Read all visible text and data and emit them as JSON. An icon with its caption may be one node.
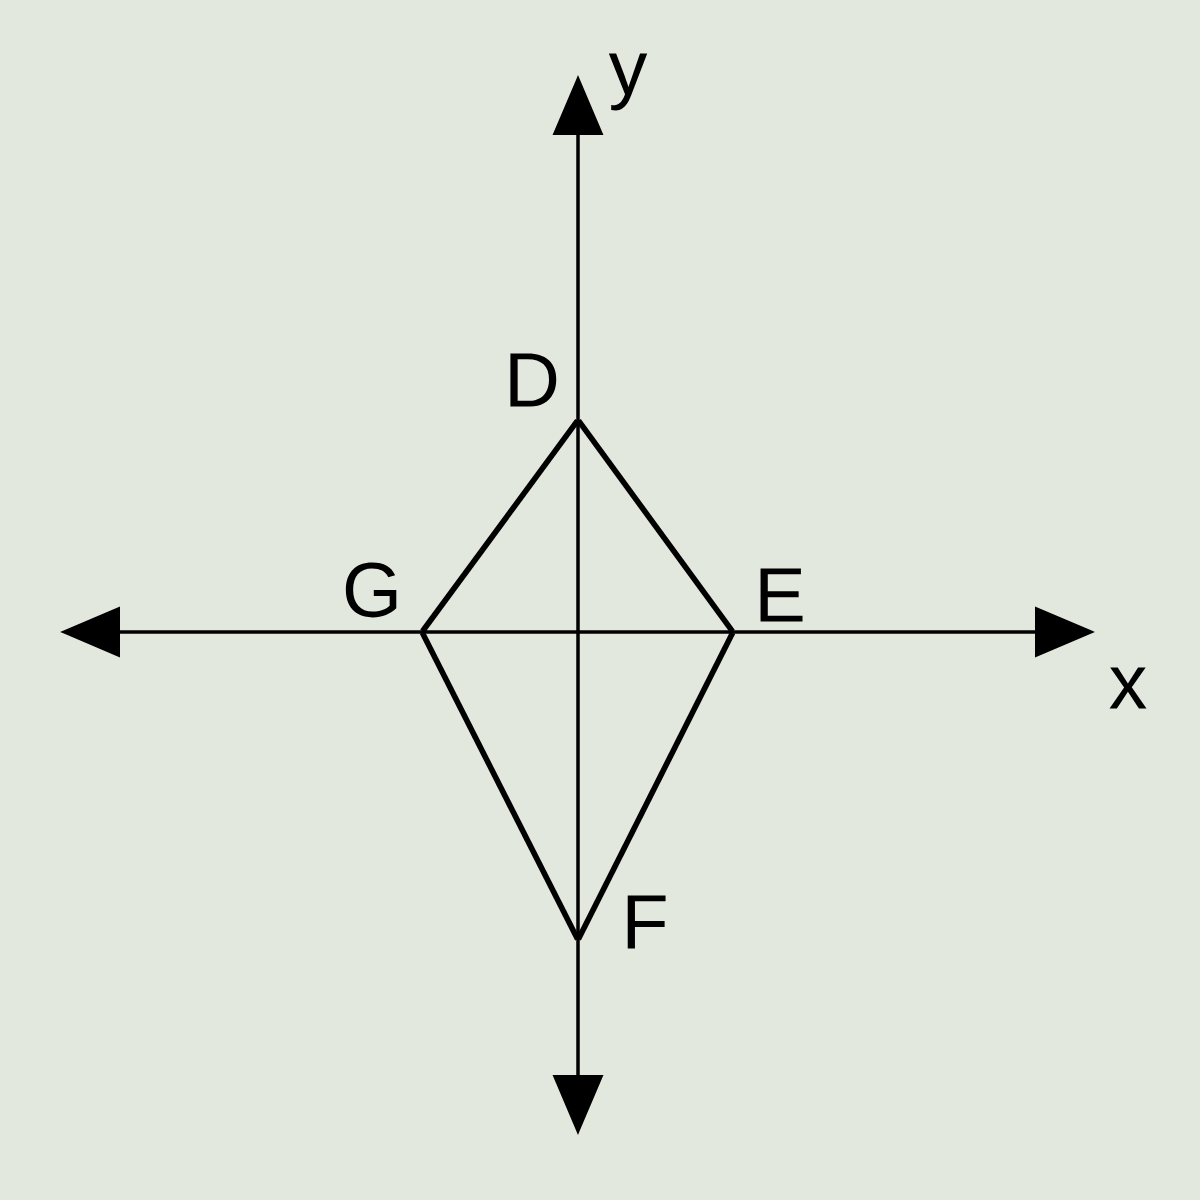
{
  "diagram": {
    "nodes": [
      {
        "text": [
          "D"
        ]
      },
      {
        "text": [
          "E"
        ]
      },
      {
        "text": [
          "F"
        ]
      },
      {
        "text": [
          "G"
        ]
      }
    ],
    "edges": [
      {
        "from": 0,
        "to": 1,
        "arrow": "none"
      },
      {
        "from": 1,
        "to": 2,
        "arrow": "none"
      },
      {
        "from": 2,
        "to": 3,
        "arrow": "none"
      },
      {
        "from": 3,
        "to": 0,
        "arrow": "none"
      }
    ],
    "labels": [
      "y",
      "x"
    ]
  }
}
